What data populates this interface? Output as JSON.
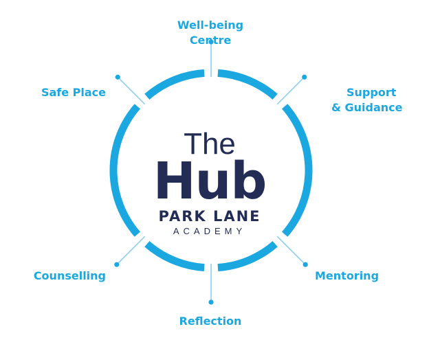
{
  "colors": {
    "ring": "#1ba8e0",
    "label": "#1ba8e0",
    "connector": "#8ccfee",
    "logo": "#232c55"
  },
  "logo": {
    "the": "The",
    "hub": "Hub",
    "park_lane": "PARK LANE",
    "academy": "ACADEMY"
  },
  "nodes": [
    {
      "id": "wellbeing",
      "lines": [
        "Well-being",
        "Centre"
      ]
    },
    {
      "id": "support",
      "lines": [
        "Support",
        "& Guidance"
      ]
    },
    {
      "id": "mentoring",
      "lines": [
        "Mentoring"
      ]
    },
    {
      "id": "reflection",
      "lines": [
        "Reflection"
      ]
    },
    {
      "id": "counselling",
      "lines": [
        "Counselling"
      ]
    },
    {
      "id": "safe-place",
      "lines": [
        "Safe Place"
      ]
    }
  ]
}
